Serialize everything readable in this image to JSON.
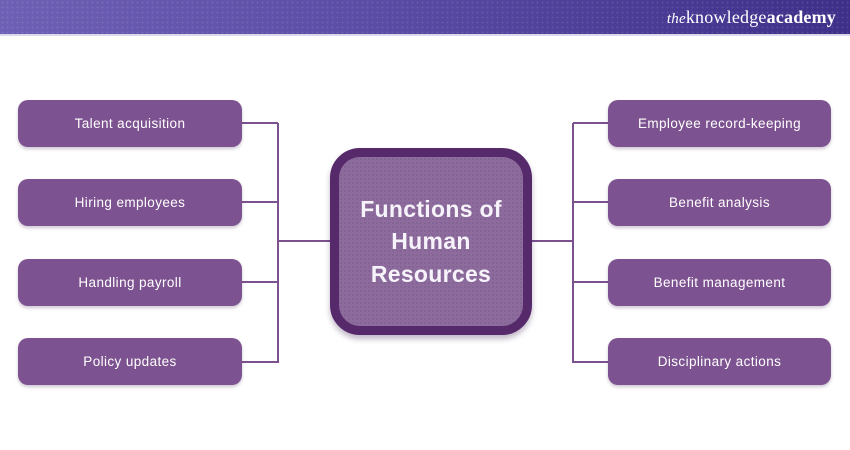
{
  "header": {
    "logo_the": "the",
    "logo_knowledge": "knowledge",
    "logo_academy": "academy"
  },
  "diagram": {
    "title": "Functions of Human Resources",
    "left_items": [
      "Talent acquisition",
      "Hiring employees",
      "Handling payroll",
      "Policy updates"
    ],
    "right_items": [
      "Employee record-keeping",
      "Benefit analysis",
      "Benefit management",
      "Disciplinary actions"
    ]
  },
  "colors": {
    "banner_gradient_start": "#6e60b4",
    "banner_gradient_end": "#3e3089",
    "node_fill": "#7d5290",
    "center_fill": "#8d6c9d",
    "center_border": "#55296a",
    "connector": "#7b518e",
    "text": "#ffffff",
    "background": "#ffffff"
  }
}
